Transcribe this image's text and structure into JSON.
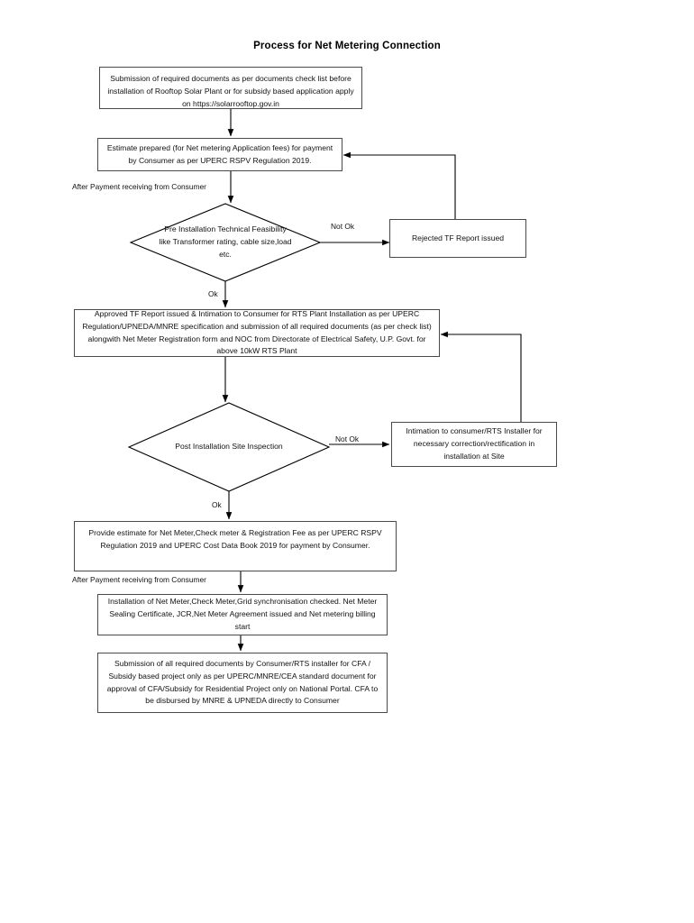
{
  "document": {
    "title": "Process for Net Metering Connection"
  },
  "flowchart": {
    "type": "flowchart",
    "orientation": "top-to-bottom",
    "nodes": [
      {
        "id": "submission",
        "shape": "rectangle",
        "text": "Submission of required documents as per documents check list before installation of Rooftop Solar Plant or for subsidy based application apply on https://solarrooftop.gov.in"
      },
      {
        "id": "estimate",
        "shape": "rectangle",
        "text": "Estimate prepared (for Net metering Application fees) for payment by Consumer as per UPERC RSPV Regulation 2019."
      },
      {
        "id": "pre-installation-feasibility",
        "shape": "diamond",
        "text": "Pre Installation Technical Feasibility like Transformer rating, cable size,load etc."
      },
      {
        "id": "rejected-tf-report",
        "shape": "rectangle",
        "text": "Rejected TF Report issued"
      },
      {
        "id": "approved-tf-report",
        "shape": "rectangle",
        "text": "Approved TF Report issued & Intimation to Consumer for RTS Plant Installation as per UPERC Regulation/UPNEDA/MNRE specification and submission of all required documents (as per check list) alongwith Net Meter Registration form and NOC from Directorate of Electrical Safety, U.P. Govt. for above 10kW RTS Plant"
      },
      {
        "id": "post-installation-inspection",
        "shape": "diamond",
        "text": "Post Installation Site Inspection"
      },
      {
        "id": "intimation-correction",
        "shape": "rectangle",
        "text": "Intimation to consumer/RTS Installer for necessary correction/rectification in installation at Site"
      },
      {
        "id": "provide-estimate-net-meter",
        "shape": "rectangle",
        "text": "Provide estimate for Net Meter,Check meter & Registration Fee  as per UPERC RSPV Regulation 2019 and UPERC Cost Data Book 2019 for payment by Consumer."
      },
      {
        "id": "installation-net-meter",
        "shape": "rectangle",
        "text": "Installation of Net Meter,Check Meter,Grid synchronisation checked. Net Meter Sealing Certificate, JCR,Net Meter Agreement issued and Net metering billing start"
      },
      {
        "id": "submission-cfa-subsidy",
        "shape": "rectangle",
        "text": "Submission of all required documents by Consumer/RTS installer for CFA / Subsidy based project only as per UPERC/MNRE/CEA standard document for approval of CFA/Subsidy for Residential Project only on National Portal. CFA to be disbursed by MNRE & UPNEDA directly to Consumer"
      }
    ],
    "edge_labels": {
      "after_payment_1": "After Payment receiving from Consumer",
      "not_ok_1": "Not Ok",
      "ok_1": "Ok",
      "not_ok_2": "Not  Ok",
      "ok_2": "Ok",
      "after_payment_2": "After Payment receiving from Consumer"
    },
    "colors": {
      "border": "#4a4a4a",
      "line": "#000000",
      "text": "#111111",
      "background": "#ffffff"
    }
  }
}
